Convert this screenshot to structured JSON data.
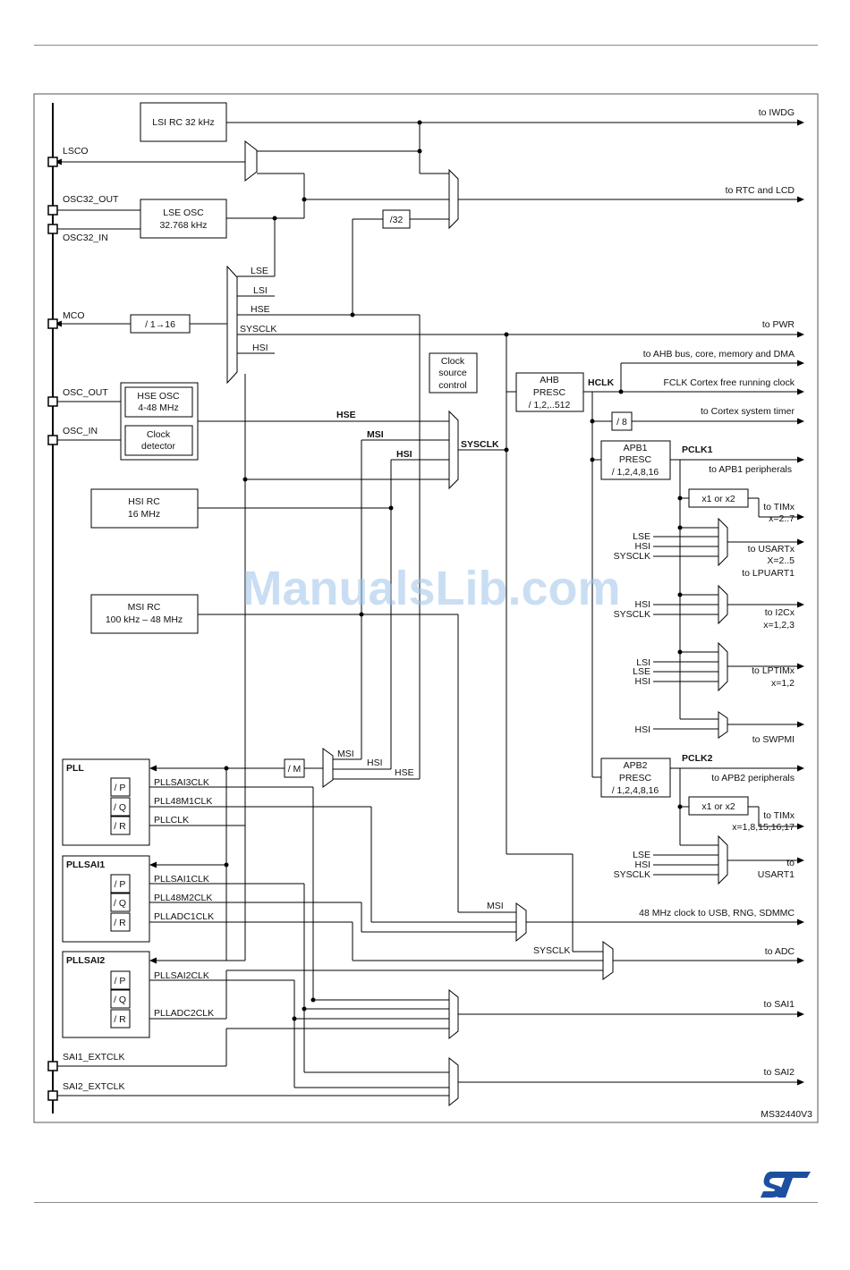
{
  "figure_id": "MS32440V3",
  "watermark": "ManualsLib.com",
  "logo_text": "ST",
  "colors": {
    "logo": "#1d4fa0",
    "watermark": "#9ec3ea",
    "lines": "#000000"
  },
  "pins": {
    "lsco": "LSCO",
    "osc32_out": "OSC32_OUT",
    "osc32_in": "OSC32_IN",
    "mco": "MCO",
    "osc_out": "OSC_OUT",
    "osc_in": "OSC_IN",
    "sai1_extclk": "SAI1_EXTCLK",
    "sai2_extclk": "SAI2_EXTCLK"
  },
  "blocks": {
    "lsi_rc": "LSI RC 32 kHz",
    "lse_osc_1": "LSE OSC",
    "lse_osc_2": "32.768 kHz",
    "div32": "/32",
    "mco_div": "/ 1→16",
    "hse_osc_1": "HSE OSC",
    "hse_osc_2": "4-48 MHz",
    "clock_detector_1": "Clock",
    "clock_detector_2": "detector",
    "css_1": "Clock",
    "css_2": "source",
    "css_3": "control",
    "hsi_rc_1": "HSI RC",
    "hsi_rc_2": "16 MHz",
    "msi_rc_1": "MSI RC",
    "msi_rc_2": "100 kHz – 48 MHz",
    "ahb_1": "AHB",
    "ahb_2": "PRESC",
    "ahb_3": "/ 1,2,..512",
    "div8": "/ 8",
    "apb1_1": "APB1",
    "apb1_2": "PRESC",
    "apb1_3": "/ 1,2,4,8,16",
    "apb2_1": "APB2",
    "apb2_2": "PRESC",
    "apb2_3": "/ 1,2,4,8,16",
    "x1x2_a": "x1 or x2",
    "x1x2_b": "x1 or x2",
    "div_m": "/ M",
    "pll": "PLL",
    "pllsai1": "PLLSAI1",
    "pllsai2": "PLLSAI2",
    "p": "/ P",
    "q": "/ Q",
    "r": "/ R"
  },
  "signals": {
    "lse": "LSE",
    "lsi": "LSI",
    "hse": "HSE",
    "sysclk": "SYSCLK",
    "hsi": "HSI",
    "msi": "MSI",
    "hclk": "HCLK",
    "pclk1": "PCLK1",
    "pclk2": "PCLK2",
    "pllsai3clk": "PLLSAI3CLK",
    "pll48m1clk": "PLL48M1CLK",
    "pllclk": "PLLCLK",
    "pllsai1clk": "PLLSAI1CLK",
    "pll48m2clk": "PLL48M2CLK",
    "plladc1clk": "PLLADC1CLK",
    "pllsai2clk": "PLLSAI2CLK",
    "plladc2clk": "PLLADC2CLK"
  },
  "outputs": {
    "iwdg": "to IWDG",
    "rtc": "to RTC and LCD",
    "pwr": "to PWR",
    "ahb": "to AHB bus, core, memory and DMA",
    "fclk": "FCLK Cortex free running clock",
    "systimer": "to Cortex system timer",
    "apb1": "to APB1 peripherals",
    "tim_a1": "to TIMx",
    "tim_a2": "x=2..7",
    "usart_1": "to USARTx",
    "usart_2": "X=2..5",
    "usart_3": "to LPUART1",
    "i2c_1": "to I2Cx",
    "i2c_2": "x=1,2,3",
    "lptim_1": "to LPTIMx",
    "lptim_2": "x=1,2",
    "swpmi": "to SWPMI",
    "apb2": "to APB2 peripherals",
    "tim_b1": "to TIMx",
    "tim_b2": "x=1,8,15,16,17",
    "usart1_1": "to",
    "usart1_2": "USART1",
    "usb": "48 MHz clock to USB, RNG, SDMMC",
    "adc": "to ADC",
    "sai1": "to SAI1",
    "sai2": "to SAI2"
  }
}
